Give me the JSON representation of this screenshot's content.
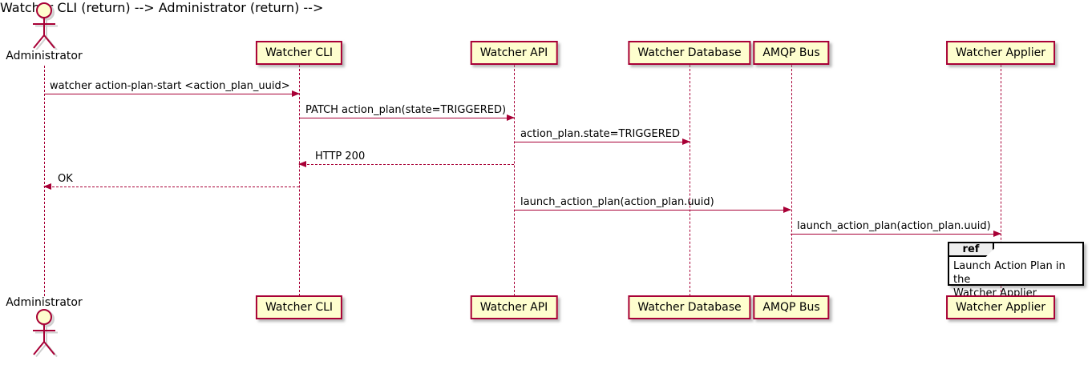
{
  "diagram_type": "sequence-diagram",
  "colors": {
    "stroke_accent": "#A80036",
    "participant_fill": "#FEFECE",
    "ref_tab_fill": "#EEEEEE",
    "ref_border": "#000000",
    "text": "#000000"
  },
  "actors": {
    "top": "Administrator",
    "bottom": "Administrator"
  },
  "participants": [
    {
      "name": "Watcher CLI"
    },
    {
      "name": "Watcher API"
    },
    {
      "name": "Watcher Database"
    },
    {
      "name": "AMQP Bus"
    },
    {
      "name": "Watcher Applier"
    }
  ],
  "messages": [
    {
      "label": "watcher action-plan-start <action_plan_uuid>",
      "from": "Administrator",
      "to": "Watcher CLI",
      "line": "solid",
      "direction": "right"
    },
    {
      "label": "PATCH action_plan(state=TRIGGERED)",
      "from": "Watcher CLI",
      "to": "Watcher API",
      "line": "solid",
      "direction": "right"
    },
    {
      "label": "action_plan.state=TRIGGERED",
      "from": "Watcher API",
      "to": "Watcher Database",
      "line": "solid",
      "direction": "right"
    },
    {
      "label": "HTTP 200",
      "from": "Watcher API",
      "to": "Watcher CLI",
      "line": "dashed",
      "direction": "left"
    },
    {
      "label": "OK",
      "from": "Watcher CLI",
      "to": "Administrator",
      "line": "dashed",
      "direction": "left"
    },
    {
      "label": "launch_action_plan(action_plan.uuid)",
      "from": "Watcher API",
      "to": "AMQP Bus",
      "line": "solid",
      "direction": "right"
    },
    {
      "label": "launch_action_plan(action_plan.uuid)",
      "from": "AMQP Bus",
      "to": "Watcher Applier",
      "line": "solid",
      "direction": "right"
    }
  ],
  "ref": {
    "keyword": "ref",
    "text": "Launch Action Plan in the\nWatcher Applier"
  }
}
